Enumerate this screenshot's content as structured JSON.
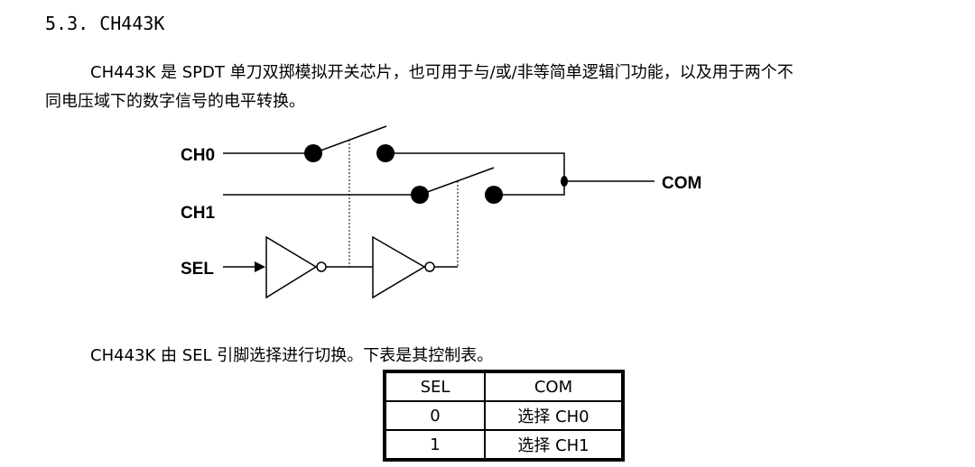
{
  "heading": "5.3.  CH443K",
  "paragraph1_line1": "CH443K 是 SPDT 单刀双掷模拟开关芯片，也可用于与/或/非等简单逻辑门功能，以及用于两个不",
  "paragraph1_line2": "同电压域下的数字信号的电平转换。",
  "diagram": {
    "ch0": "CH0",
    "ch1": "CH1",
    "sel": "SEL",
    "com": "COM"
  },
  "paragraph2": "CH443K 由 SEL 引脚选择进行切换。下表是其控制表。",
  "table": {
    "headers": [
      "SEL",
      "COM"
    ],
    "rows": [
      [
        "0",
        "选择 CH0"
      ],
      [
        "1",
        "选择 CH1"
      ]
    ]
  }
}
